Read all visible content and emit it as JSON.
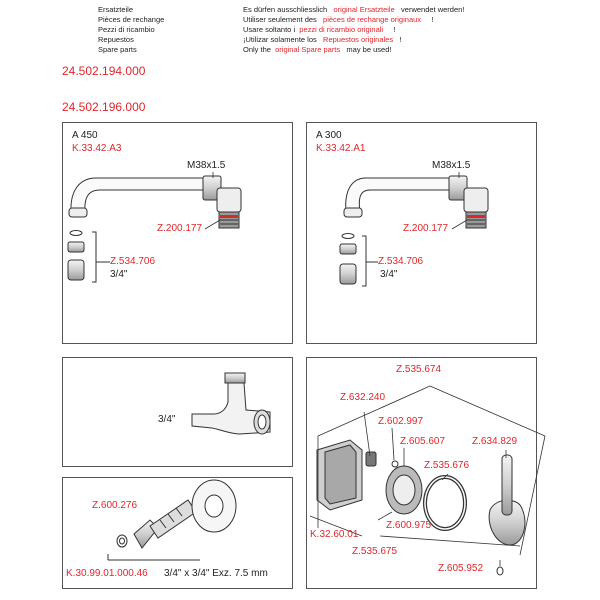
{
  "header": {
    "languages": [
      {
        "label": "Ersatzteile",
        "pre": "Es dürfen ausschliesslich",
        "highlight": "original Ersatzteile",
        "post": "verwendet werden!"
      },
      {
        "label": "Pièces de rechange",
        "pre": "Utiliser seulement des",
        "highlight": "pièces de rechange originaux",
        "post": "!"
      },
      {
        "label": "Pezzi di ricambio",
        "pre": "Usare soltanto i",
        "highlight": "pezzi di ricambio originali",
        "post": "!"
      },
      {
        "label": "Repuestos",
        "pre": "¡Utilizar solamente los",
        "highlight": "Repuestos originales",
        "post": "!"
      },
      {
        "label": "Spare parts",
        "pre": "Only the",
        "highlight": "original Spare parts",
        "post": "may be used!"
      }
    ]
  },
  "part_numbers": [
    "24.502.194.000",
    "24.502.196.000"
  ],
  "panels": {
    "a450": {
      "model": "A 450",
      "code": "K.33.42.A3",
      "thread": "M38x1.5",
      "ring": "Z.200.177",
      "aerator": "Z.534.706",
      "size": "3/4\""
    },
    "a300": {
      "model": "A 300",
      "code": "K.33.42.A1",
      "thread": "M38x1.5",
      "ring": "Z.200.177",
      "aerator": "Z.534.706",
      "size": "3/4\""
    },
    "body": {
      "size": "3/4\""
    },
    "fitting": {
      "washer": "Z.600.276",
      "code": "K.30.99.01.000.46",
      "dimension": "3/4\" x 3/4\" Exz. 7.5 mm"
    },
    "cartridge": {
      "set": "Z.535.674",
      "p1": "Z.632.240",
      "p2": "Z.602.997",
      "p3": "Z.605.607",
      "p4": "Z.634.829",
      "p5": "Z.535.676",
      "cartridge": "K.32.60.01",
      "p6": "Z.600.975",
      "p7": "Z.535.675",
      "p8": "Z.605.952"
    }
  }
}
